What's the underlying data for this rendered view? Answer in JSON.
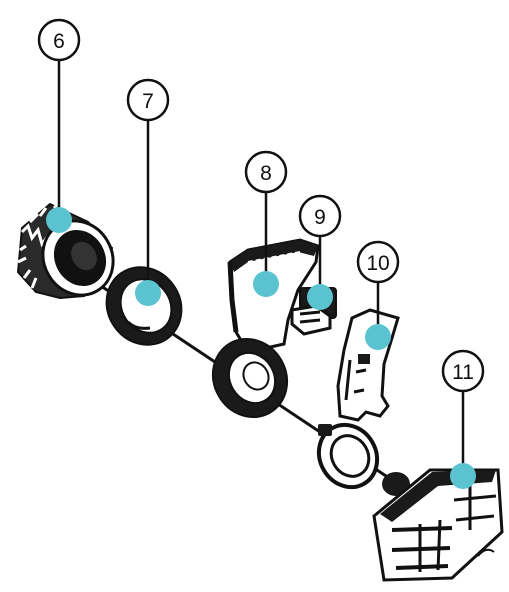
{
  "diagram": {
    "callouts": [
      {
        "id": "6",
        "label": "6"
      },
      {
        "id": "7",
        "label": "7"
      },
      {
        "id": "8",
        "label": "8"
      },
      {
        "id": "9",
        "label": "9"
      },
      {
        "id": "10",
        "label": "10"
      },
      {
        "id": "11",
        "label": "11"
      }
    ],
    "colors": {
      "marker": "#5bc3d0",
      "line": "#111111",
      "part_fill": "#ffffff",
      "part_dark": "#1a1a1a"
    }
  }
}
